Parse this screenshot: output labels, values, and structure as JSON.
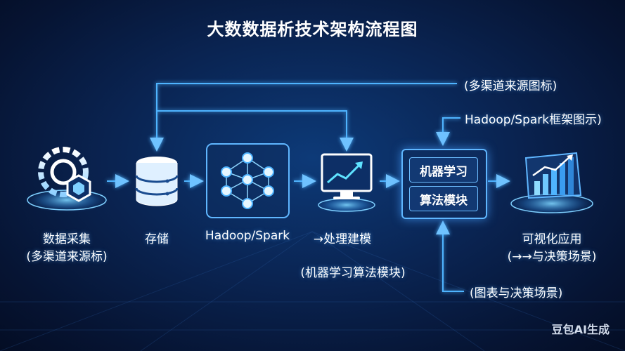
{
  "title": "大数数据析技术架构流程图",
  "nodes": {
    "collect": {
      "label": "数据采集",
      "sublabel": "(多渠道来源标)",
      "icon": "gear-cube-icon"
    },
    "storage": {
      "label": "存储",
      "icon": "database-icon"
    },
    "hadoop": {
      "label": "Hadoop/Spark",
      "icon": "network-icon"
    },
    "process": {
      "label": "→处理建模",
      "icon": "monitor-chart-icon"
    },
    "ml": {
      "row1": "机器学习",
      "row2": "算法模块"
    },
    "viz": {
      "label": "可视化应用",
      "sublabel": "(→→与决策场景)",
      "icon": "bar-chart-icon"
    }
  },
  "annotations": {
    "top": "(多渠道来源图标)",
    "hadoop_note": "Hadoop/Spark框架图示)",
    "ml_note": "(机器学习算法模块)",
    "bottom": "(图表与决策场景)"
  },
  "watermark": "豆包AI生成",
  "colors": {
    "accent": "#3fa9ff",
    "line": "#4fb4ff",
    "glow": "#7fd0ff"
  }
}
